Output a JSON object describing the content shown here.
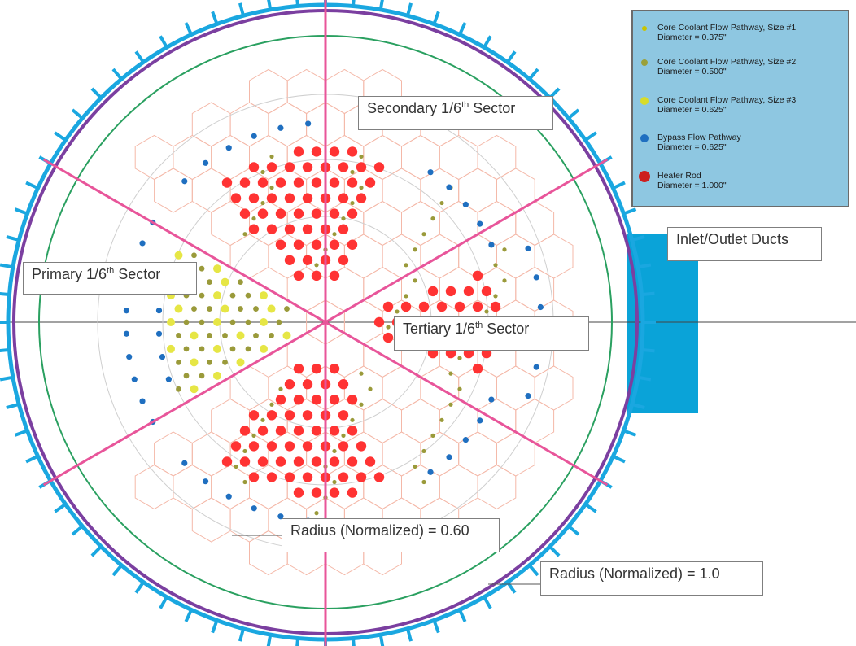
{
  "labels": {
    "secondary_prefix": "Secondary 1/6",
    "secondary_sup": "th",
    "secondary_suffix": " Sector",
    "primary_prefix": "Primary 1/6",
    "primary_sup": "th",
    "primary_suffix": " Sector",
    "tertiary_prefix": "Tertiary 1/6",
    "tertiary_sup": "th",
    "tertiary_suffix": " Sector",
    "inlet_outlet": "Inlet/Outlet Ducts",
    "radius_060": "Radius (Normalized) = 0.60",
    "radius_10": "Radius (Normalized) = 1.0"
  },
  "legend": {
    "items": [
      {
        "name": "Core Coolant Flow Pathway, Size #1",
        "diameter": "Diameter = 0.375\"",
        "color": "#c9c400"
      },
      {
        "name": "Core Coolant Flow Pathway, Size #2",
        "diameter": "Diameter = 0.500\"",
        "color": "#9aa03a"
      },
      {
        "name": "Core Coolant Flow Pathway, Size #3",
        "diameter": "Diameter = 0.625\"",
        "color": "#e4e43a"
      },
      {
        "name": "Bypass Flow Pathway",
        "diameter": "Diameter = 0.625\"",
        "color": "#1f6fc0"
      },
      {
        "name": "Heater Rod",
        "diameter": "Diameter = 1.000\"",
        "color": "#cc1f1f"
      }
    ]
  },
  "colors": {
    "outer_ring": "#1aa7e0",
    "vessel_ring": "#7b3fa0",
    "inner_ring": "#2aa060",
    "sector_lines": "#e8559a",
    "heater": "#ff3333",
    "bypass": "#1f6fc0",
    "coolant": "#e6e645",
    "coolant_small": "#9a9a3a",
    "duct": "#0aa3d8"
  }
}
